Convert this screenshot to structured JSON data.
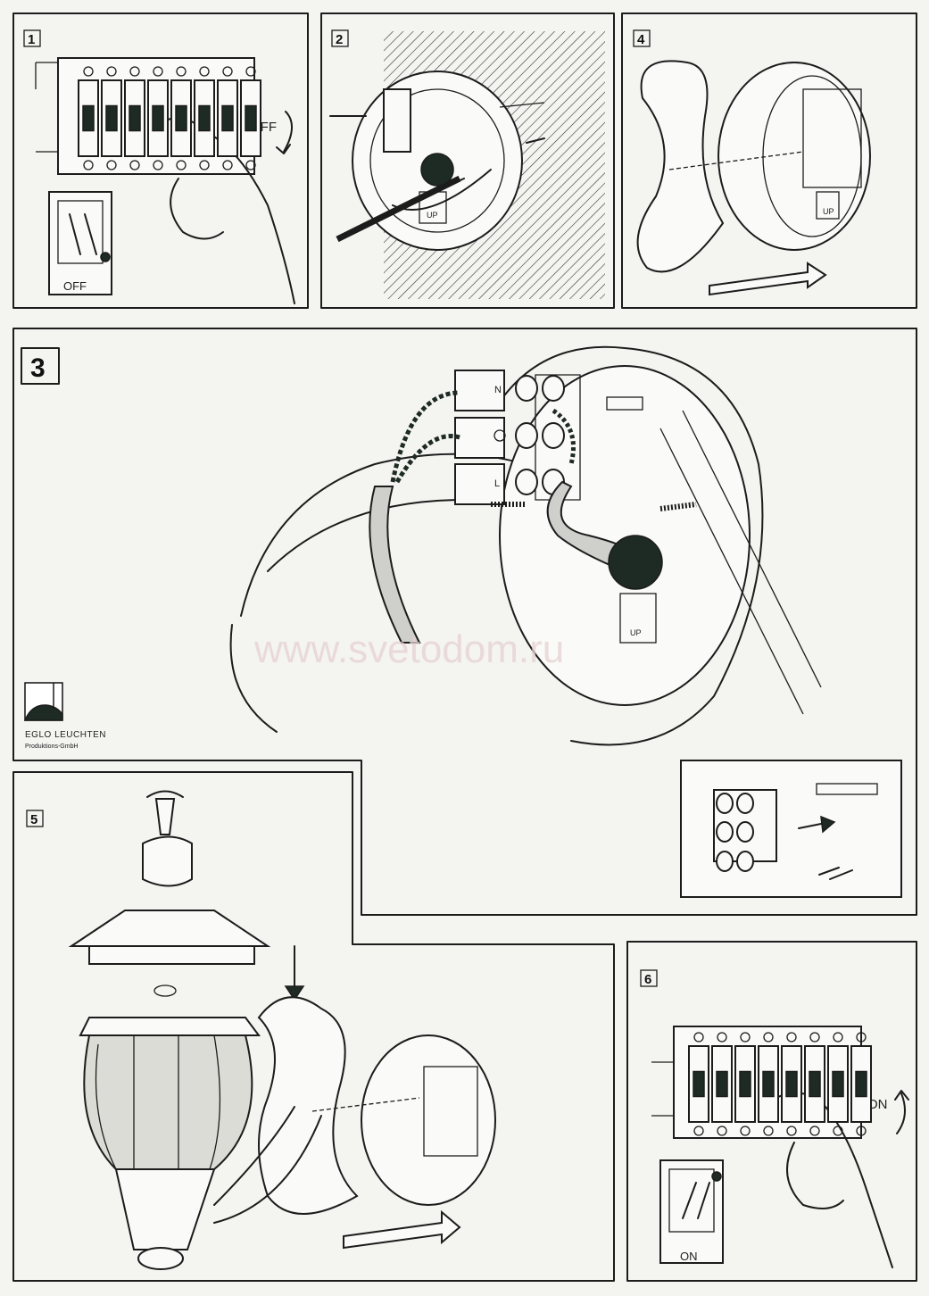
{
  "steps": [
    {
      "number": "1",
      "switch_label": "OFF",
      "box_label": "OFF"
    },
    {
      "number": "2",
      "mount_label": "UP"
    },
    {
      "number": "4",
      "mount_label": "UP"
    },
    {
      "number": "3",
      "terminal_n": "N",
      "terminal_l": "L",
      "mount_label": "UP"
    },
    {
      "number": "5"
    },
    {
      "number": "6",
      "switch_label": "ON",
      "box_label": "ON"
    }
  ],
  "watermark": "www.svetodom.ru",
  "brand": {
    "name": "EGLO LEUCHTEN",
    "subtitle": "Produktions-GmbH"
  },
  "colors": {
    "line": "#1c1c1c",
    "paper": "#f4f4f1",
    "wire_dark": "#1e2a24",
    "cable": "#cfcfcb"
  }
}
